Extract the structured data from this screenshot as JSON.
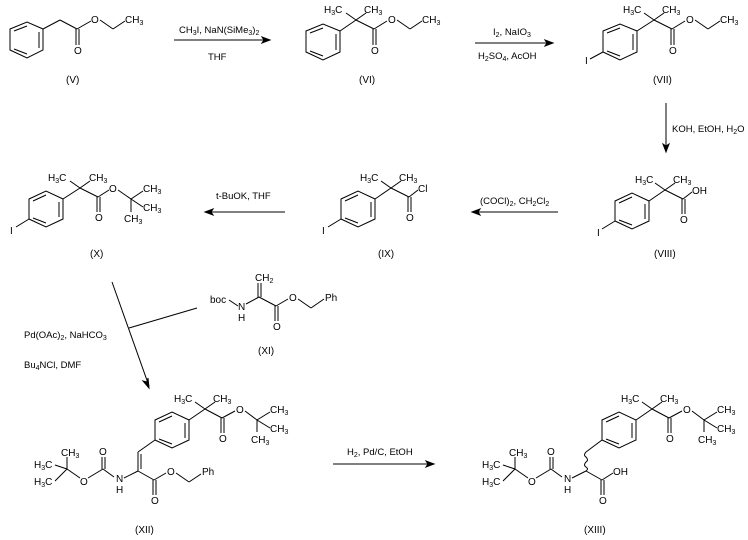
{
  "diagram": {
    "type": "reaction-scheme",
    "compounds": [
      {
        "id": "V",
        "label": "(V)",
        "name": "ethyl phenylacetate"
      },
      {
        "id": "VI",
        "label": "(VI)",
        "name": "ethyl 2-methyl-2-phenylpropanoate"
      },
      {
        "id": "VII",
        "label": "(VII)",
        "name": "ethyl 2-(4-iodophenyl)-2-methylpropanoate"
      },
      {
        "id": "VIII",
        "label": "(VIII)",
        "name": "2-(4-iodophenyl)-2-methylpropanoic acid"
      },
      {
        "id": "IX",
        "label": "(IX)",
        "name": "2-(4-iodophenyl)-2-methylpropanoyl chloride"
      },
      {
        "id": "X",
        "label": "(X)",
        "name": "tert-butyl 2-(4-iodophenyl)-2-methylpropanoate"
      },
      {
        "id": "XI",
        "label": "(XI)",
        "name": "benzyl 2-(boc-amino)acrylate"
      },
      {
        "id": "XII",
        "label": "(XII)",
        "name": "dehydroamino acid coupling product"
      },
      {
        "id": "XIII",
        "label": "(XIII)",
        "name": "boc-protected amino acid product"
      }
    ],
    "atom_labels": {
      "ch3": "CH",
      "h3c": "H",
      "sub3": "3",
      "sub2": "2",
      "sub4": "4",
      "o": "O",
      "oh": "OH",
      "cl": "Cl",
      "i": "I",
      "h": "H",
      "n": "N",
      "c": "C",
      "boc": "boc",
      "ph": "Ph"
    },
    "steps": [
      {
        "from": "V",
        "to": "VI",
        "above": [
          "CH",
          "3",
          "I, NaN(SiMe",
          "3",
          ")",
          "2"
        ],
        "above_text": "CH3I, NaN(SiMe3)2",
        "below_text": "THF"
      },
      {
        "from": "VI",
        "to": "VII",
        "above_text": "I2, NaIO3",
        "below_text": "H2SO4, AcOH"
      },
      {
        "from": "VII",
        "to": "VIII",
        "side_text": "KOH, EtOH, H2O"
      },
      {
        "from": "VIII",
        "to": "IX",
        "above_text": "(COCl)2, CH2Cl2"
      },
      {
        "from": "IX",
        "to": "X",
        "above_text": "t-BuOK, THF"
      },
      {
        "from": "X",
        "to": "XII",
        "reagent_line1": "Pd(OAc)2, NaHCO3",
        "reagent_line2": "Bu4NCl, DMF",
        "co_reactant": "XI"
      },
      {
        "from": "XII",
        "to": "XIII",
        "above_text": "H2, Pd/C, EtOH"
      }
    ],
    "reagents": {
      "s1_above": {
        "a": "CH",
        "b": "3",
        "c": "I, NaN(SiMe",
        "d": "3",
        "e": ")",
        "f": "2"
      },
      "s1_below": "THF",
      "s2_above": {
        "a": "I",
        "b": "2",
        "c": ", NaIO",
        "d": "3"
      },
      "s2_below": {
        "a": "H",
        "b": "2",
        "c": "SO",
        "d": "4",
        "e": ", AcOH"
      },
      "s3_side": {
        "a": "KOH, EtOH, H",
        "b": "2",
        "c": "O"
      },
      "s4_above": {
        "a": "(COCl)",
        "b": "2",
        "c": ", CH",
        "d": "2",
        "e": "Cl",
        "f": "2"
      },
      "s5_above": "t-BuOK, THF",
      "s6_line1": {
        "a": "Pd(OAc)",
        "b": "2",
        "c": ", NaHCO",
        "d": "3"
      },
      "s6_line2": {
        "a": "Bu",
        "b": "4",
        "c": "NCl, DMF"
      },
      "s7_above": {
        "a": "H",
        "b": "2",
        "c": ", Pd/C, EtOH"
      }
    }
  }
}
